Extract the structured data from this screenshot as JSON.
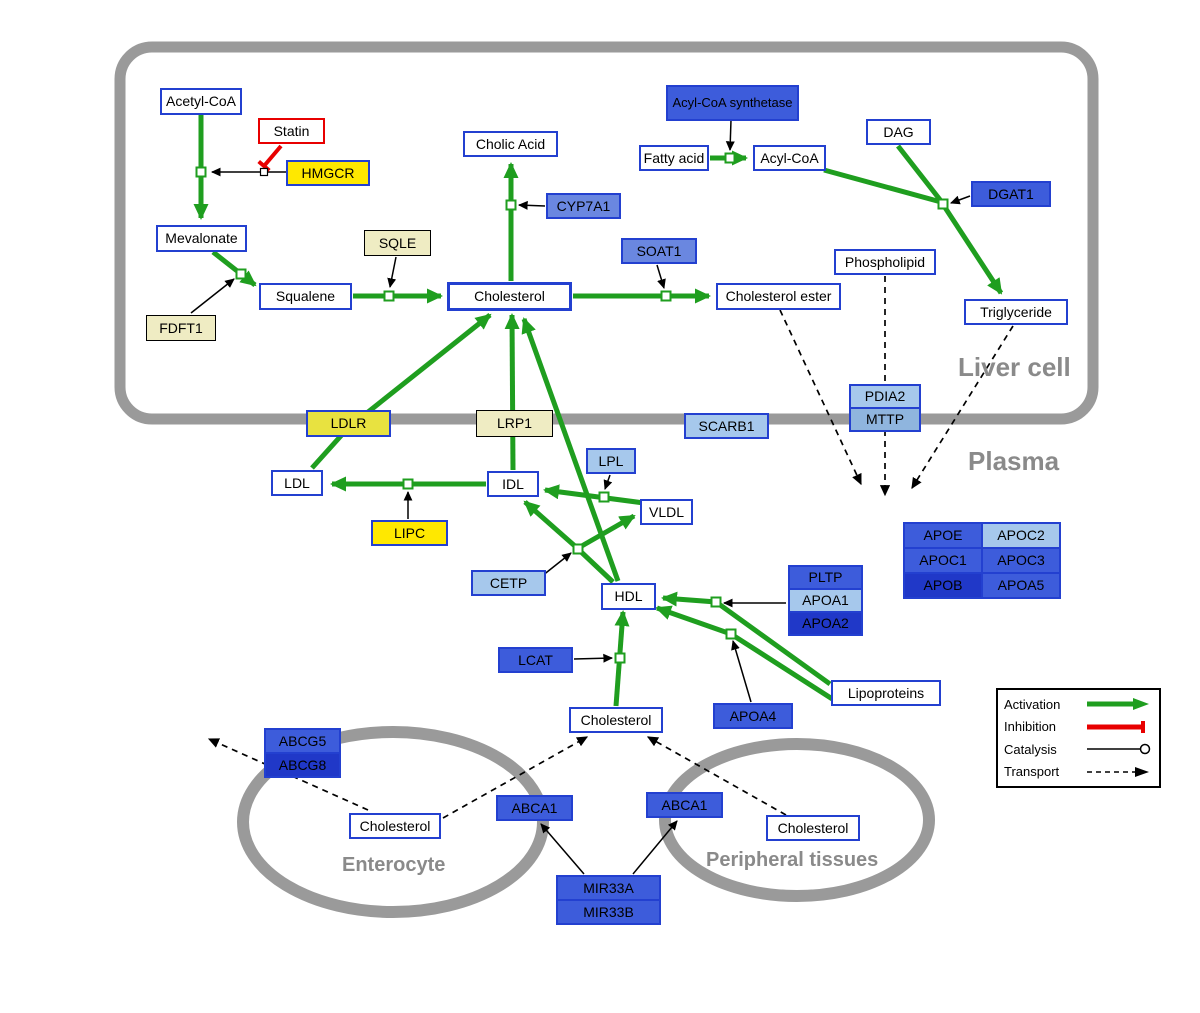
{
  "compartments": {
    "liver": "Liver cell",
    "plasma": "Plasma",
    "enterocyte": "Enterocyte",
    "peripheral": "Peripheral tissues"
  },
  "nodes": {
    "acetyl_coa": "Acetyl-CoA",
    "statin": "Statin",
    "hmgcr": "HMGCR",
    "mevalonate": "Mevalonate",
    "sqle": "SQLE",
    "fdft1": "FDFT1",
    "squalene": "Squalene",
    "cholesterol_liver": "Cholesterol",
    "cholic_acid": "Cholic Acid",
    "cyp7a1": "CYP7A1",
    "soat1": "SOAT1",
    "cholesterol_ester": "Cholesterol ester",
    "acyl_coa_synthetase": "Acyl-CoA synthetase",
    "fatty_acid": "Fatty acid",
    "acyl_coa": "Acyl-CoA",
    "dag": "DAG",
    "dgat1": "DGAT1",
    "phospholipid": "Phospholipid",
    "triglyceride": "Triglyceride",
    "pdia2": "PDIA2",
    "mttp": "MTTP",
    "ldlr": "LDLR",
    "lrp1": "LRP1",
    "scarb1": "SCARB1",
    "ldl": "LDL",
    "idl": "IDL",
    "lpl": "LPL",
    "vldl": "VLDL",
    "lipc": "LIPC",
    "cetp": "CETP",
    "hdl": "HDL",
    "lcat": "LCAT",
    "pltp": "PLTP",
    "apoa1": "APOA1",
    "apoa2": "APOA2",
    "apoa4": "APOA4",
    "lipoproteins": "Lipoproteins",
    "apoe": "APOE",
    "apoc2": "APOC2",
    "apoc1": "APOC1",
    "apoc3": "APOC3",
    "apob": "APOB",
    "apoa5": "APOA5",
    "cholesterol_plasma": "Cholesterol",
    "abcg5": "ABCG5",
    "abcg8": "ABCG8",
    "cholesterol_enterocyte": "Cholesterol",
    "abca1_enterocyte": "ABCA1",
    "abca1_peripheral": "ABCA1",
    "cholesterol_peripheral": "Cholesterol",
    "mir33a": "MIR33A",
    "mir33b": "MIR33B"
  },
  "legend": {
    "activation": "Activation",
    "inhibition": "Inhibition",
    "catalysis": "Catalysis",
    "transport": "Transport"
  },
  "colors": {
    "activation_green": "#1F9E1F",
    "inhibition_red": "#E80000",
    "metabolite_border_blue": "#2340D0",
    "gene_yellow": "#FFE800",
    "gene_khaki": "#EFECC3",
    "gene_blue_royal": "#3D5CDB",
    "gene_blue_medium": "#6A87E0",
    "gene_blue_light": "#A6C8EC",
    "gene_blue_dark": "#2038C8",
    "membrane_gray": "#999999"
  }
}
